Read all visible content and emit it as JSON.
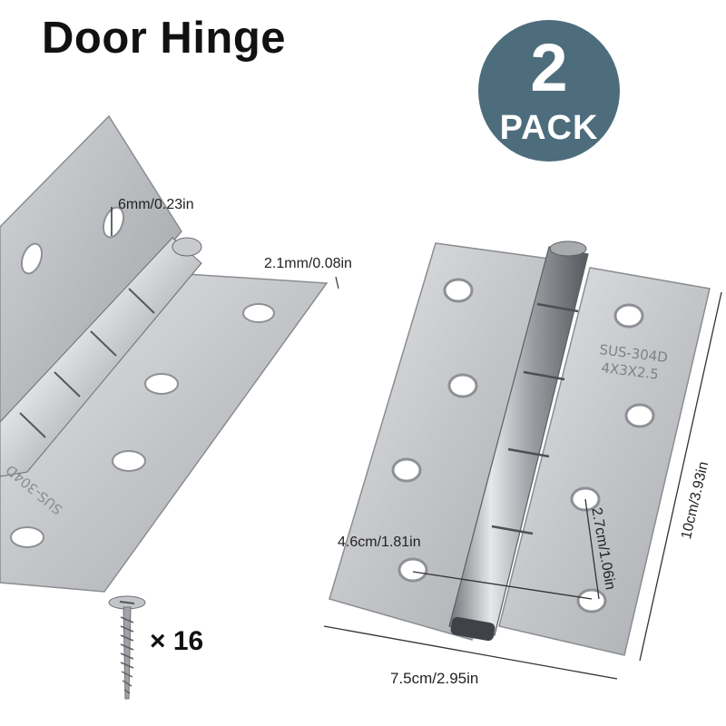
{
  "title": "Door Hinge",
  "badge": {
    "number": "2",
    "label": "PACK",
    "color": "#4e6d7c"
  },
  "dimensions": {
    "leaf_hole": "6mm/0.23in",
    "thickness": "2.1mm/0.08in",
    "hole_spacing_horizontal": "4.6cm/1.81in",
    "hole_spacing_vertical": "2.7cm/1.06in",
    "height": "10cm/3.93in",
    "width": "7.5cm/2.95in"
  },
  "stamp": {
    "line1": "SUS-304D",
    "line2": "4X3X2.5"
  },
  "screws": {
    "count_label": "× 16",
    "icon": "screw-icon"
  },
  "colors": {
    "steel_light": "#d9dadc",
    "steel_mid": "#b6b8bb",
    "steel_dark": "#7d8085"
  }
}
